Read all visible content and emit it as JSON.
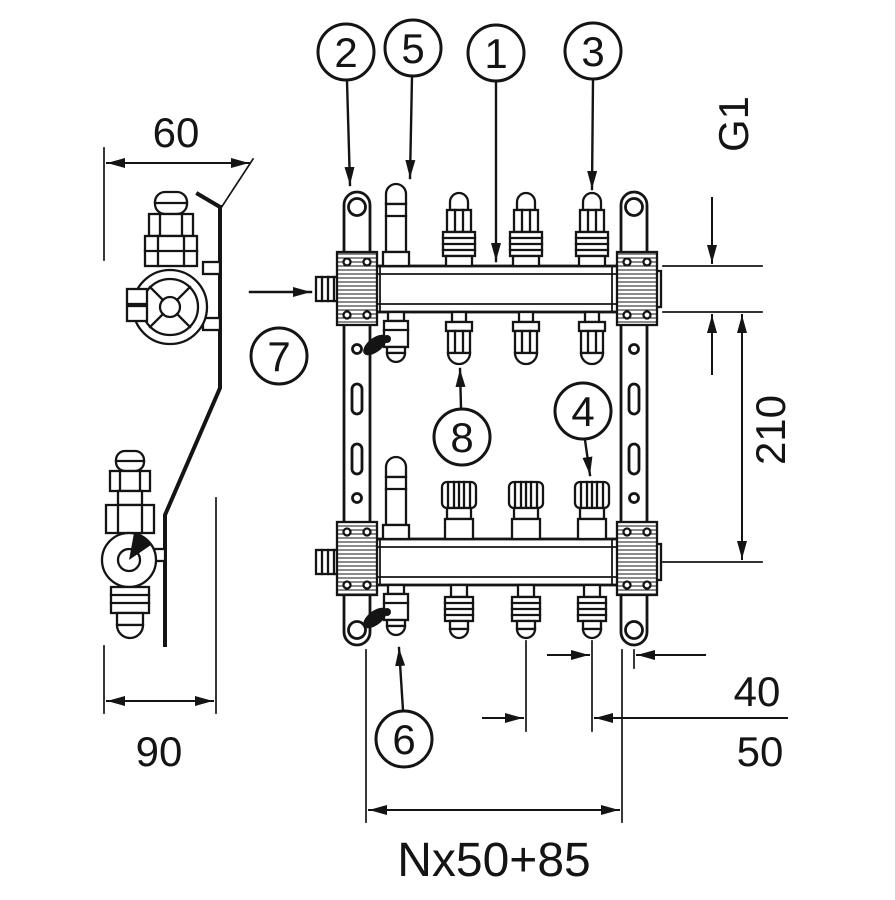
{
  "drawing": {
    "background": "#ffffff",
    "line_color": "#141414",
    "subject": "heating manifold dimensional drawing, front and side views"
  },
  "callouts": {
    "c1": "1",
    "c2": "2",
    "c3": "3",
    "c4": "4",
    "c5": "5",
    "c6": "6",
    "c7": "7",
    "c8": "8"
  },
  "dimensions": {
    "side_width": "60",
    "side_depth": "90",
    "thread": "G1",
    "axis_spacing": "210",
    "end_offset": "40",
    "outlet_pitch": "50",
    "total_length": "Nx50+85"
  }
}
